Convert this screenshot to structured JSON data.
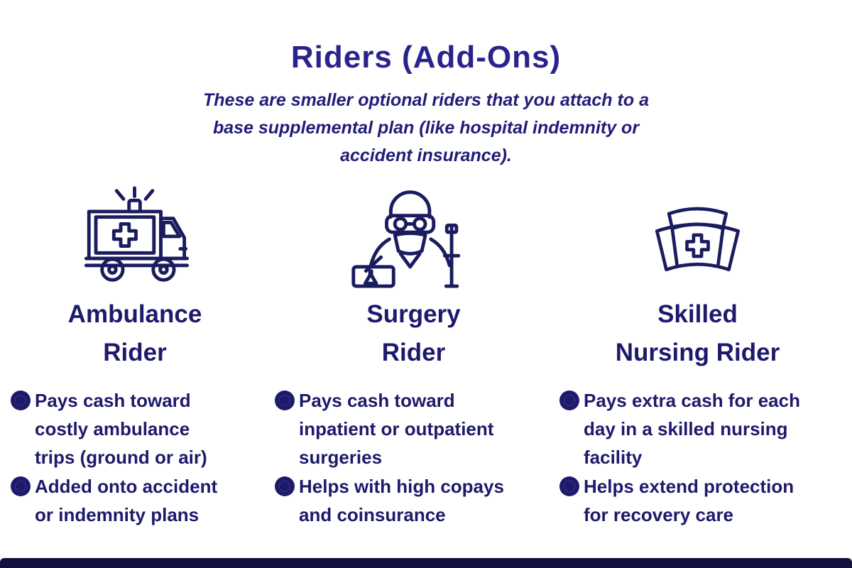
{
  "header": {
    "title": "Riders (Add-Ons)",
    "subtitle": "These are smaller optional riders that you attach to a base supplemental plan (like hospital indemnity or accident insurance)."
  },
  "colors": {
    "ink": "#1e1a6b",
    "title": "#29238c",
    "icon_stroke": "#1a1c5e",
    "footer_bar": "#12103f",
    "background": "#ffffff"
  },
  "columns": [
    {
      "id": "ambulance",
      "icon": "ambulance-icon",
      "title": "Ambulance Rider",
      "bullets": [
        "Pays cash toward costly ambulance trips (ground or air)",
        "Added onto accident or indemnity plans"
      ]
    },
    {
      "id": "surgery",
      "icon": "surgeon-icon",
      "title": "Surgery Rider",
      "bullets": [
        "Pays cash toward inpatient or outpatient surgeries",
        "Helps with high copays and coinsurance"
      ]
    },
    {
      "id": "skilled-nursing",
      "icon": "nurse-cap-icon",
      "title": "Skilled Nursing Rider",
      "bullets": [
        "Pays extra cash for each day in a skilled nursing facility",
        "Helps extend protection for recovery care"
      ]
    }
  ]
}
